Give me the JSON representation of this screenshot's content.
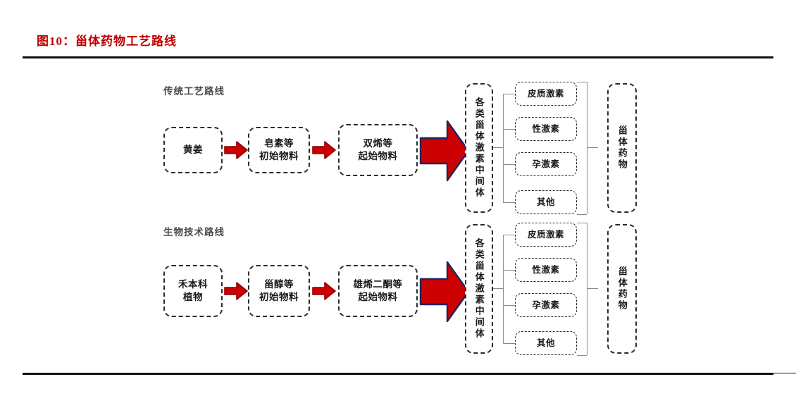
{
  "figure": {
    "title": "图10：甾体药物工艺路线",
    "title_color": "#c00000",
    "rule_color": "#111111"
  },
  "palette": {
    "arrow_red": "#cc0000",
    "arrow_red_dark": "#a00000",
    "arrow_outline": "#2b2b6b",
    "box_border": "#2b2b2b",
    "connector": "#8a8a8a",
    "label_gray": "#4a4a4a"
  },
  "diagram": {
    "type": "process-flow",
    "rows": [
      {
        "route_label": "传统工艺路线",
        "stages": [
          {
            "name": "raw-material",
            "lines": [
              "黄姜"
            ]
          },
          {
            "name": "initial-material",
            "lines": [
              "皂素等",
              "初始物料"
            ]
          },
          {
            "name": "starting-material",
            "lines": [
              "双烯等",
              "起始物料"
            ]
          }
        ],
        "intermediate": "各类甾体激素中间体",
        "branches": [
          "皮质激素",
          "性激素",
          "孕激素",
          "其他"
        ],
        "product": "甾体药物",
        "arrow_small_icons": [
          "arrow-right-icon",
          "arrow-right-icon"
        ],
        "arrow_big_icon": "arrow-right-large-icon"
      },
      {
        "route_label": "生物技术路线",
        "stages": [
          {
            "name": "raw-material",
            "lines": [
              "禾本科",
              "植物"
            ]
          },
          {
            "name": "initial-material",
            "lines": [
              "甾醇等",
              "初始物料"
            ]
          },
          {
            "name": "starting-material",
            "lines": [
              "雄烯二酮等",
              "起始物料"
            ]
          }
        ],
        "intermediate": "各类甾体激素中间体",
        "branches": [
          "皮质激素",
          "性激素",
          "孕激素",
          "其他"
        ],
        "product": "甾体药物",
        "arrow_small_icons": [
          "arrow-right-icon",
          "arrow-right-icon"
        ],
        "arrow_big_icon": "arrow-right-large-icon"
      }
    ]
  }
}
